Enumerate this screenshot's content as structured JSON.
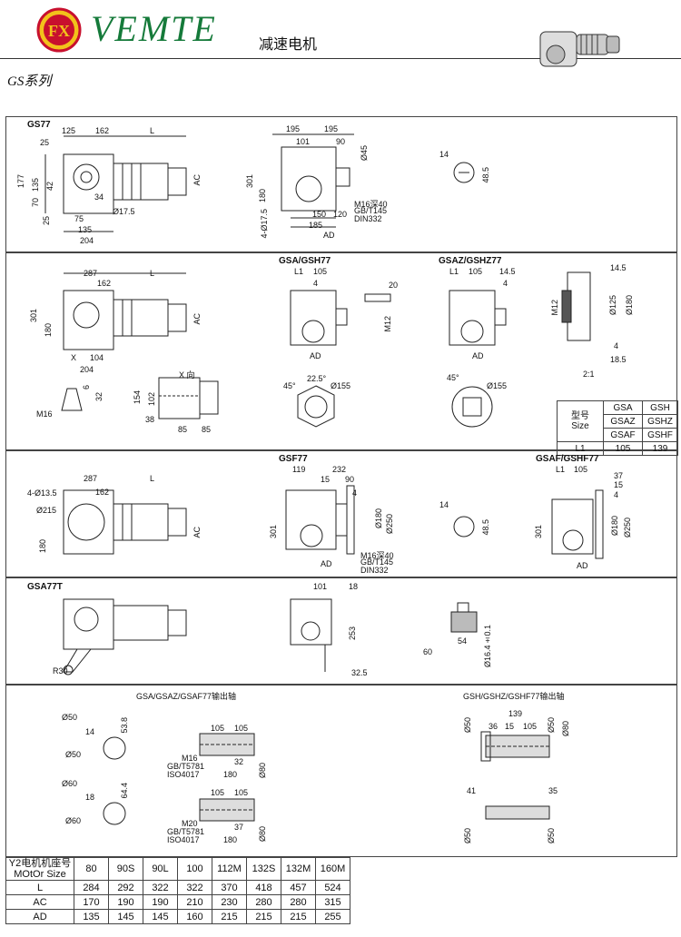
{
  "header": {
    "logo_text": "FX",
    "brand": "VEMTE",
    "subtitle": "减速电机",
    "series": "GS系列"
  },
  "sections": {
    "gs77": "GS77",
    "gsa_gsh77": "GSA/GSH77",
    "gsaz_gshz77": "GSAZ/GSHZ77",
    "gsf77": "GSF77",
    "gsaf_gshf77": "GSAF/GSHF77",
    "gsa77t": "GSA77T",
    "out_left": "GSA/GSAZ/GSAF77输出轴",
    "out_right": "GSH/GSHZ/GSHF77输出轴"
  },
  "labels": {
    "p1": [
      "125",
      "162",
      "L",
      "25",
      "177",
      "135",
      "42",
      "70",
      "25",
      "75",
      "135",
      "204",
      "Ø17.5",
      "34",
      "AC",
      "195",
      "195",
      "101",
      "90",
      "301",
      "180",
      "4-Ø17.5",
      "185",
      "150",
      "120",
      "AD",
      "Ø45",
      "M16深40",
      "GB/T145",
      "DIN332",
      "14",
      "48.5"
    ],
    "p2": [
      "287",
      "162",
      "L",
      "301",
      "180",
      "104",
      "204",
      "X",
      "AC",
      "X 向",
      "154",
      "102",
      "38",
      "85",
      "85",
      "M16",
      "6",
      "32",
      "L1",
      "105",
      "4",
      "20",
      "M12",
      "AD",
      "45°",
      "22.5°",
      "Ø155",
      "14.5",
      "Ø125",
      "Ø180",
      "4",
      "18.5",
      "2:1"
    ],
    "p3": [
      "4-Ø13.5",
      "287",
      "162",
      "L",
      "Ø215",
      "180",
      "AC",
      "119",
      "232",
      "15",
      "90",
      "4",
      "Ø180",
      "Ø250",
      "301",
      "AD",
      "M16深40",
      "GB/T145",
      "DIN332",
      "14",
      "48.5",
      "L1",
      "105",
      "37",
      "15",
      "4"
    ],
    "p4": [
      "101",
      "18",
      "253",
      "32.5",
      "R30",
      "54",
      "60",
      "Ø16.4±0.1"
    ],
    "p5": [
      "Ø50",
      "14",
      "53.8",
      "Ø50",
      "105",
      "105",
      "M16",
      "GB/T5781",
      "ISO4017",
      "32",
      "180",
      "Ø80",
      "Ø60",
      "18",
      "64.4",
      "Ø60",
      "105",
      "105",
      "M20",
      "GB/T5781",
      "ISO4017",
      "37",
      "180",
      "Ø80",
      "139",
      "105",
      "36",
      "15",
      "Ø50",
      "Ø80",
      "41",
      "35",
      "Ø50",
      "Ø50"
    ]
  },
  "type_table": {
    "rows": [
      [
        "型号\nSize",
        "GSA",
        "GSH"
      ],
      [
        "",
        "GSAZ",
        "GSHZ"
      ],
      [
        "",
        "GSAF",
        "GSHF"
      ],
      [
        "L1",
        "105",
        "139"
      ]
    ]
  },
  "motor_table": {
    "header_label": "Y2电机机座号",
    "header_label2": "MOtOr Size",
    "sizes": [
      "80",
      "90S",
      "90L",
      "100",
      "112M",
      "132S",
      "132M",
      "160M"
    ],
    "rows": [
      {
        "name": "L",
        "values": [
          "284",
          "292",
          "322",
          "322",
          "370",
          "418",
          "457",
          "524"
        ]
      },
      {
        "name": "AC",
        "values": [
          "170",
          "190",
          "190",
          "210",
          "230",
          "280",
          "280",
          "315"
        ]
      },
      {
        "name": "AD",
        "values": [
          "135",
          "145",
          "145",
          "160",
          "215",
          "215",
          "215",
          "255"
        ]
      }
    ]
  }
}
